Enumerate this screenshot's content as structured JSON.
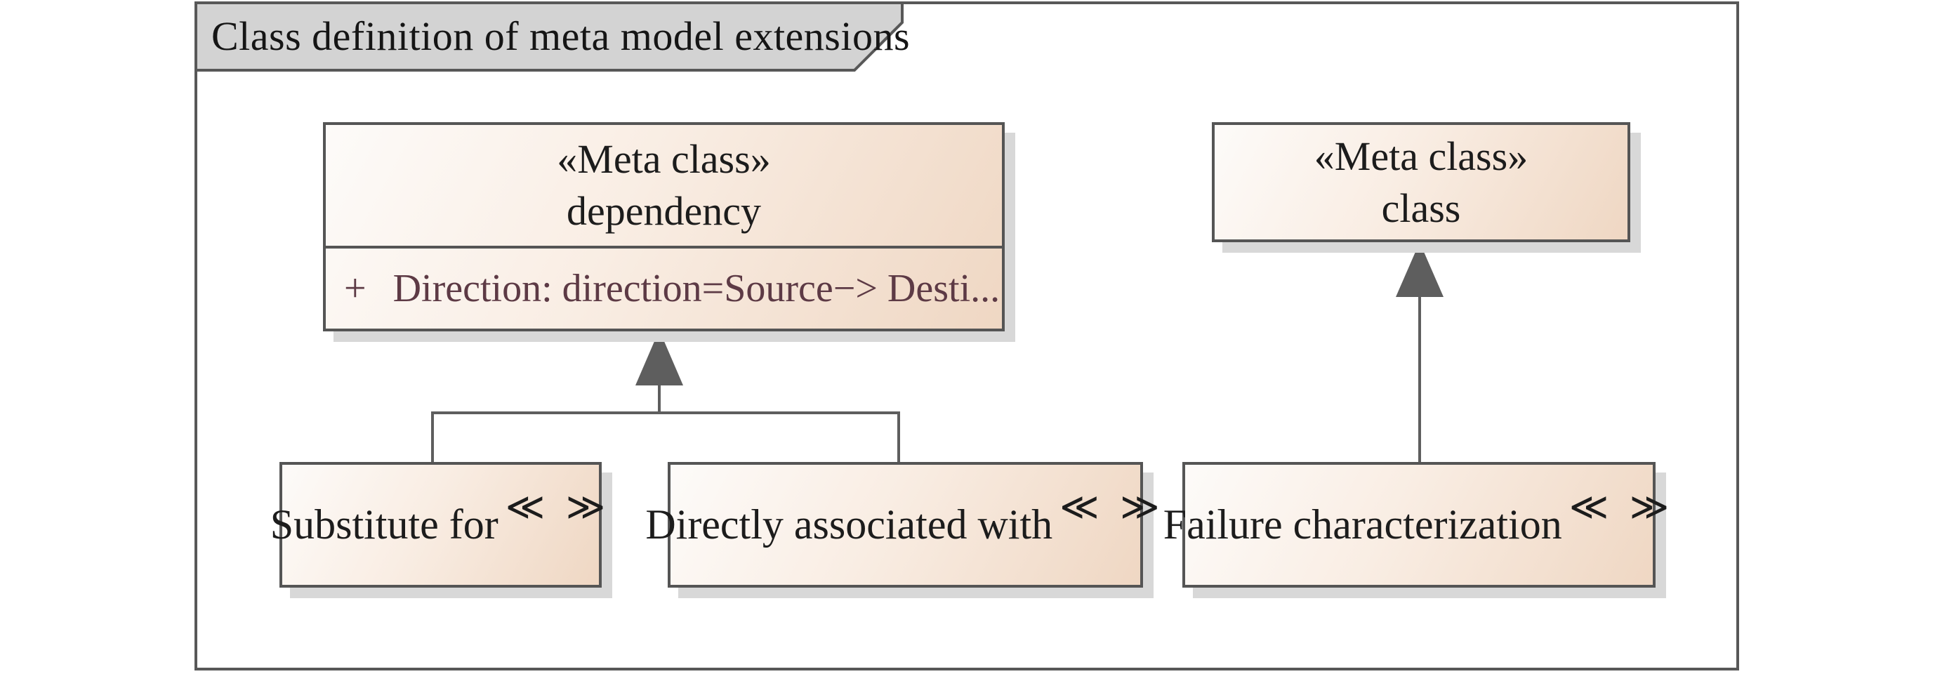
{
  "frame": {
    "title": "Class definition of meta model extensions"
  },
  "boxes": {
    "dependency": {
      "stereotype": "«Meta class»",
      "name": "dependency",
      "attribute_visibility": "+",
      "attribute_text": "Direction: direction=Source−> Desti..."
    },
    "metaclass": {
      "stereotype": "«Meta class»",
      "name": "class"
    },
    "substitute": {
      "label": "Substitute for",
      "stereotype_mark": "≪ ≫"
    },
    "directly": {
      "label": "Directly associated with",
      "stereotype_mark": "≪ ≫"
    },
    "failure": {
      "label": "Failure characterization",
      "stereotype_mark": "≪ ≫"
    }
  },
  "colors": {
    "frame_border": "#585858",
    "tab_fill": "#d3d3d3",
    "box_border": "#555555",
    "box_fill_start": "#fdfbf9",
    "box_fill_end": "#efd7c3",
    "box_shadow": "#d8d8d8",
    "connector_line": "#5e5e5e",
    "arrowhead_fill": "#5e5e5e",
    "attribute_text_color": "#5d3a45"
  }
}
